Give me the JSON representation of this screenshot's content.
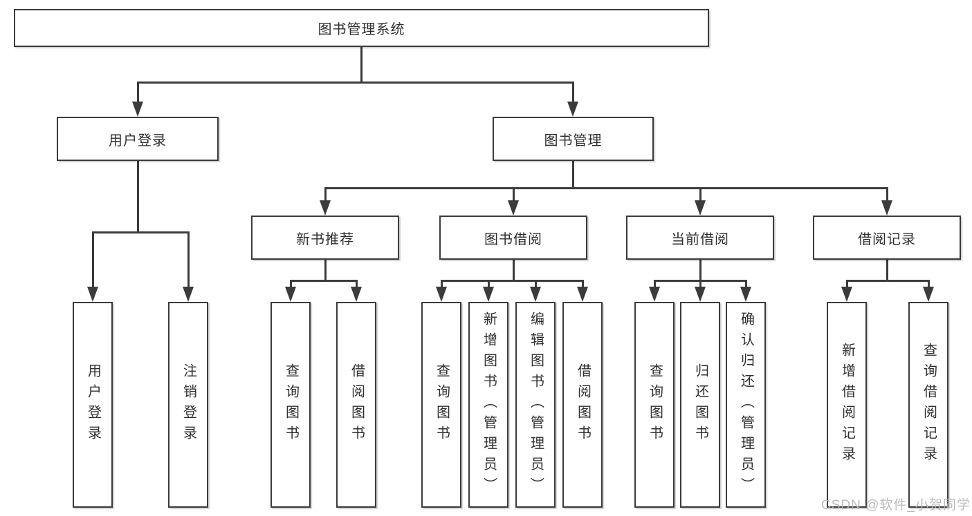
{
  "colors": {
    "line": "#3b3b3b",
    "text": "#2f2f2f",
    "box_bg": "#ffffff",
    "watermark": "#b5b5b5"
  },
  "tree": {
    "label": "图书管理系统",
    "children": [
      {
        "label": "用户登录",
        "children": [
          {
            "label": "用户登录"
          },
          {
            "label": "注销登录"
          }
        ]
      },
      {
        "label": "图书管理",
        "children": [
          {
            "label": "新书推荐",
            "children": [
              {
                "label": "查询图书"
              },
              {
                "label": "借阅图书"
              }
            ]
          },
          {
            "label": "图书借阅",
            "children": [
              {
                "label": "查询图书"
              },
              {
                "label": "新增图书（管理员）"
              },
              {
                "label": "编辑图书（管理员）"
              },
              {
                "label": "借阅图书"
              }
            ]
          },
          {
            "label": "当前借阅",
            "children": [
              {
                "label": "查询图书"
              },
              {
                "label": "归还图书"
              },
              {
                "label": "确认归还（管理员）"
              }
            ]
          },
          {
            "label": "借阅记录",
            "children": [
              {
                "label": "新增借阅记录"
              },
              {
                "label": "查询借阅记录"
              }
            ]
          }
        ]
      }
    ]
  },
  "watermark": "CSDN @软件_小贺同学"
}
